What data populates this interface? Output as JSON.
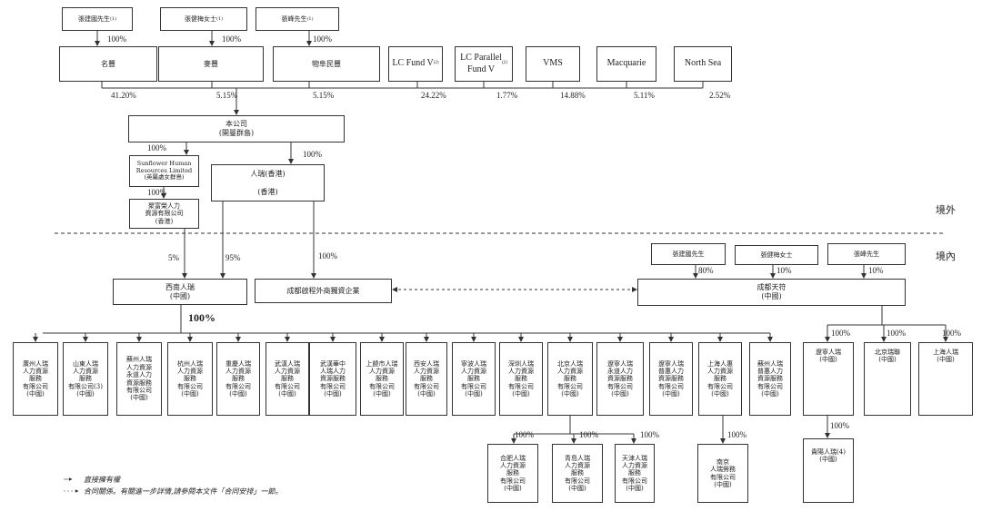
{
  "top_holders": {
    "zhang_jianguo": "張建國先生",
    "zhang_jianmei": "張健梅女士",
    "zhang_feng": "張峰先生",
    "note": "(1)"
  },
  "holding_cos": {
    "mingfeng": "名豐",
    "maifeng": "麥豐",
    "wufu": "物阜民豐"
  },
  "holding_pct": {
    "mingfeng": "100%",
    "maifeng": "100%",
    "wufu": "100%"
  },
  "investors": {
    "lc_fund": "LC Fund V",
    "lc_fund_note": "(2)",
    "lc_parallel": "LC Parallel\nFund V",
    "lc_parallel_note": "(2)",
    "vms": "VMS",
    "macquarie": "Macquarie",
    "north_sea": "North Sea"
  },
  "stakes": {
    "mingfeng": "41.20%",
    "maifeng": "5.15%",
    "wufu": "5.15%",
    "lc_fund": "24.22%",
    "lc_parallel": "1.77%",
    "vms": "14.88%",
    "macquarie": "5.11%",
    "north_sea": "2.52%"
  },
  "company": "本公司\n(開曼群島)",
  "sunflower": "Sunflower Human\nResources Limited\n(英屬處女群島)",
  "sunflower_pct": "100%",
  "renrui_hk": "人瑞(香港)\n\n(香港)",
  "renrui_hk_pct": "100%",
  "jufu": "聚富榮人力\n資源有限公司\n(香港)",
  "jufu_pct": "100%",
  "region_offshore": "境外",
  "region_onshore": "境內",
  "xinan_pct_5": "5%",
  "xinan_pct_95": "95%",
  "qicheng_pct": "100%",
  "xinan": "西南人瑞\n(中國)",
  "qicheng": "成都啟程外商獨資企業",
  "chengdu_tianyi": "成都天符\n(中國)",
  "right_holders": {
    "zhang_jianguo": "張建國先生",
    "zhang_jianmei": "張健梅女士",
    "zhang_feng": "張峰先生"
  },
  "right_pct": {
    "zhang_jianguo": "80%",
    "zhang_jianmei": "10%",
    "zhang_feng": "10%"
  },
  "subs_pct": "100%",
  "subs": [
    "廣州人瑞\n人力資源\n服務\n有限公司\n(中國)",
    "山東人瑞\n人力資源\n服務\n有限公司(3)\n(中國)",
    "蘇州人瑞\n人力資源\n永道人力\n資源服務\n有限公司\n(中國)",
    "杭州人瑞\n人力資源\n服務\n有限公司\n(中國)",
    "重慶人瑞\n人力資源\n服務\n有限公司\n(中國)",
    "武漢人瑞\n人力資源\n服務\n有限公司\n(中國)",
    "武漢華中\n人瑞人力\n資源服務\n有限公司\n(中國)",
    "上饒市人瑞\n人力資源\n服務\n有限公司\n(中國)",
    "西安人瑞\n人力資源\n服務\n有限公司\n(中國)",
    "寧波人瑞\n人力資源\n服務\n有限公司\n(中國)",
    "深圳人瑞\n人力資源\n服務\n有限公司\n(中國)",
    "北京人瑞\n人力資源\n服務\n有限公司\n(中國)",
    "遼寧人瑞\n永道人力\n資源服務\n有限公司\n(中國)",
    "遼寧人瑞\n普惠人力\n資源服務\n有限公司\n(中國)",
    "上海人惠\n人力資源\n服務\n有限公司\n(中國)",
    "蘇州人瑞\n普惠人力\n資源服務\n有限公司\n(中國)"
  ],
  "beijing_subs": [
    "合肥人瑞\n人力資源\n服務\n有限公司\n(中國)",
    "青島人瑞\n人力資源\n服務\n有限公司\n(中國)",
    "天津人瑞\n人力資源\n服務\n有限公司\n(中國)"
  ],
  "beijing_sub_pct": [
    "100%",
    "100%",
    "100%"
  ],
  "nanjing": "南京\n人瑞勞務\n有限公司\n(中國)",
  "nanjing_pct": "100%",
  "tianyi_subs": [
    "遼寧人瑞\n(中國)",
    "北京瑞聯\n(中國)",
    "上海人瑞\n(中國)"
  ],
  "tianyi_sub_pct": [
    "100%",
    "100%",
    "100%"
  ],
  "guiyang": "貴陽人瑞(4)\n(中國)",
  "guiyang_pct": "100%",
  "legend": {
    "direct": "直接擁有權",
    "contract": "合同關係。有關進一步詳情,請參閱本文件「合同安排」一節。"
  }
}
